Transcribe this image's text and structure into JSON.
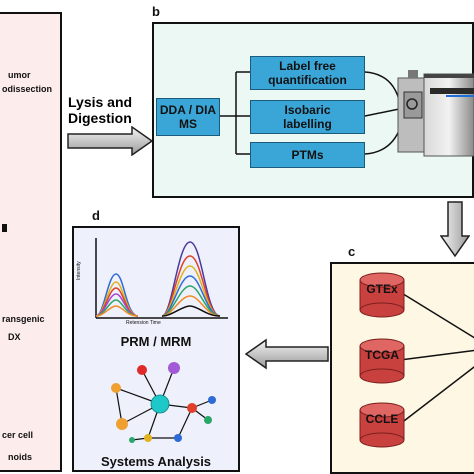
{
  "panels": {
    "b": {
      "letter": "b"
    },
    "c": {
      "letter": "c"
    },
    "d": {
      "letter": "d"
    }
  },
  "panel_a": {
    "texts": [
      "umor",
      "odissection",
      "ransgenic",
      "DX",
      "cer cell",
      "noids"
    ]
  },
  "lysis": {
    "line1": "Lysis and",
    "line2": "Digestion"
  },
  "panel_b": {
    "acquisition": {
      "line1": "DDA / DIA",
      "line2": "MS"
    },
    "methods": [
      {
        "line1": "Label free",
        "line2": "quantification"
      },
      {
        "line1": "Isobaric",
        "line2": "labelling"
      },
      {
        "line1": "PTMs",
        "line2": ""
      }
    ]
  },
  "panel_c": {
    "databases": [
      "GTEx",
      "TCGA",
      "CCLE"
    ]
  },
  "panel_d": {
    "chart_axis_y": "Intensity",
    "chart_axis_x": "Retension Time",
    "method_label": "PRM / MRM",
    "network_label": "Systems Analysis"
  },
  "colors": {
    "blue_box": "#3aa6d8",
    "db_red": "#c9413f",
    "panel_b_bg": "#ecf8f4",
    "panel_c_bg": "#fdf7e4",
    "panel_d_bg": "#eef0fb",
    "panel_a_bg": "#fdecec"
  },
  "icons": [
    "arrow-right-icon",
    "arrow-down-icon",
    "arrow-left-icon",
    "mass-spectrometer-icon",
    "database-icon",
    "network-icon",
    "chromatogram-icon"
  ]
}
